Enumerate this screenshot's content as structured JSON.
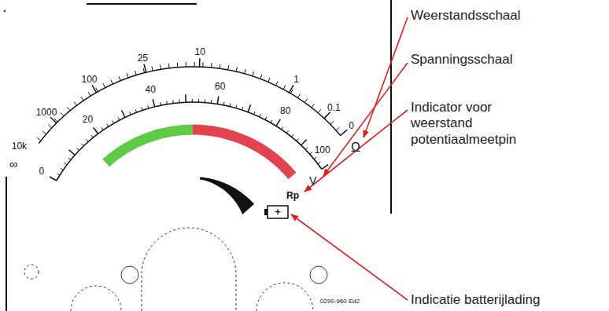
{
  "diagram": {
    "labels": [
      "Weerstandsschaal",
      "Spanningsschaal",
      "Indicator voor weerstand potentiaalmeetpin",
      "Indicatie batterijlading",
      "1000",
      "100",
      "25",
      "10",
      "1",
      "0.1",
      "10k",
      "∞",
      "0",
      "Ω",
      "0",
      "20",
      "40",
      "60",
      "80",
      "100",
      "V",
      "Rp",
      "+",
      "0290-960 Ed2"
    ]
  }
}
